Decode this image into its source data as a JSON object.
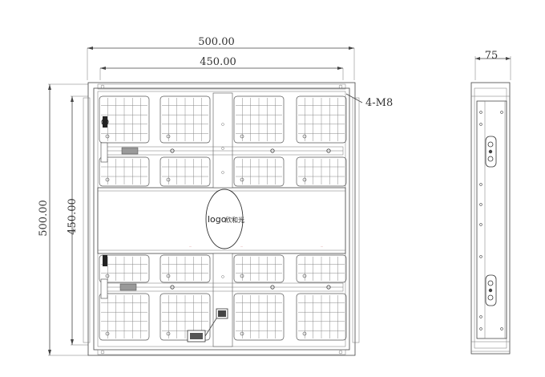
{
  "drawing": {
    "front_view": {
      "overall_width": "500.00",
      "inner_width": "450.00",
      "overall_height": "500.00",
      "inner_height": "450.00",
      "mount_holes": "4-M8",
      "logo_text": "logo",
      "logo_chars": "欣和光"
    },
    "side_view": {
      "depth": "75"
    }
  }
}
